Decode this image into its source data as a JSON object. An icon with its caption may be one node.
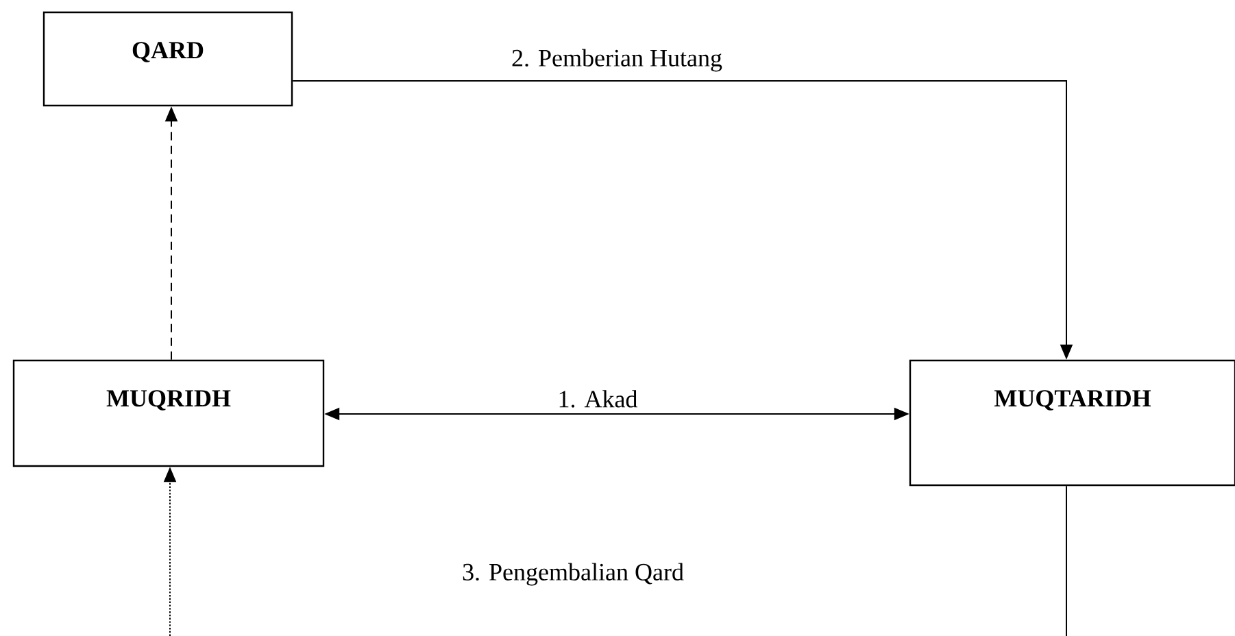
{
  "diagram": {
    "nodes": [
      {
        "text": [
          "QARD"
        ]
      },
      {
        "text": [
          "MUQRIDH"
        ]
      },
      {
        "text": [
          "MUQTARIDH"
        ]
      }
    ],
    "edges": [
      {
        "from": 0,
        "to": 2,
        "arrow": "to",
        "label": "2. Pemberian Hutang"
      },
      {
        "from": 1,
        "to": 2,
        "arrow": "both",
        "label": "1. Akad"
      },
      {
        "from": 1,
        "to": 0,
        "arrow": "to",
        "style": "dashed"
      },
      {
        "from": null,
        "to": 1,
        "arrow": "to",
        "style": "dashed"
      },
      {
        "from": 2,
        "to": null,
        "arrow": "none"
      }
    ],
    "labels": [
      "3. Pengembalian Qard"
    ]
  }
}
